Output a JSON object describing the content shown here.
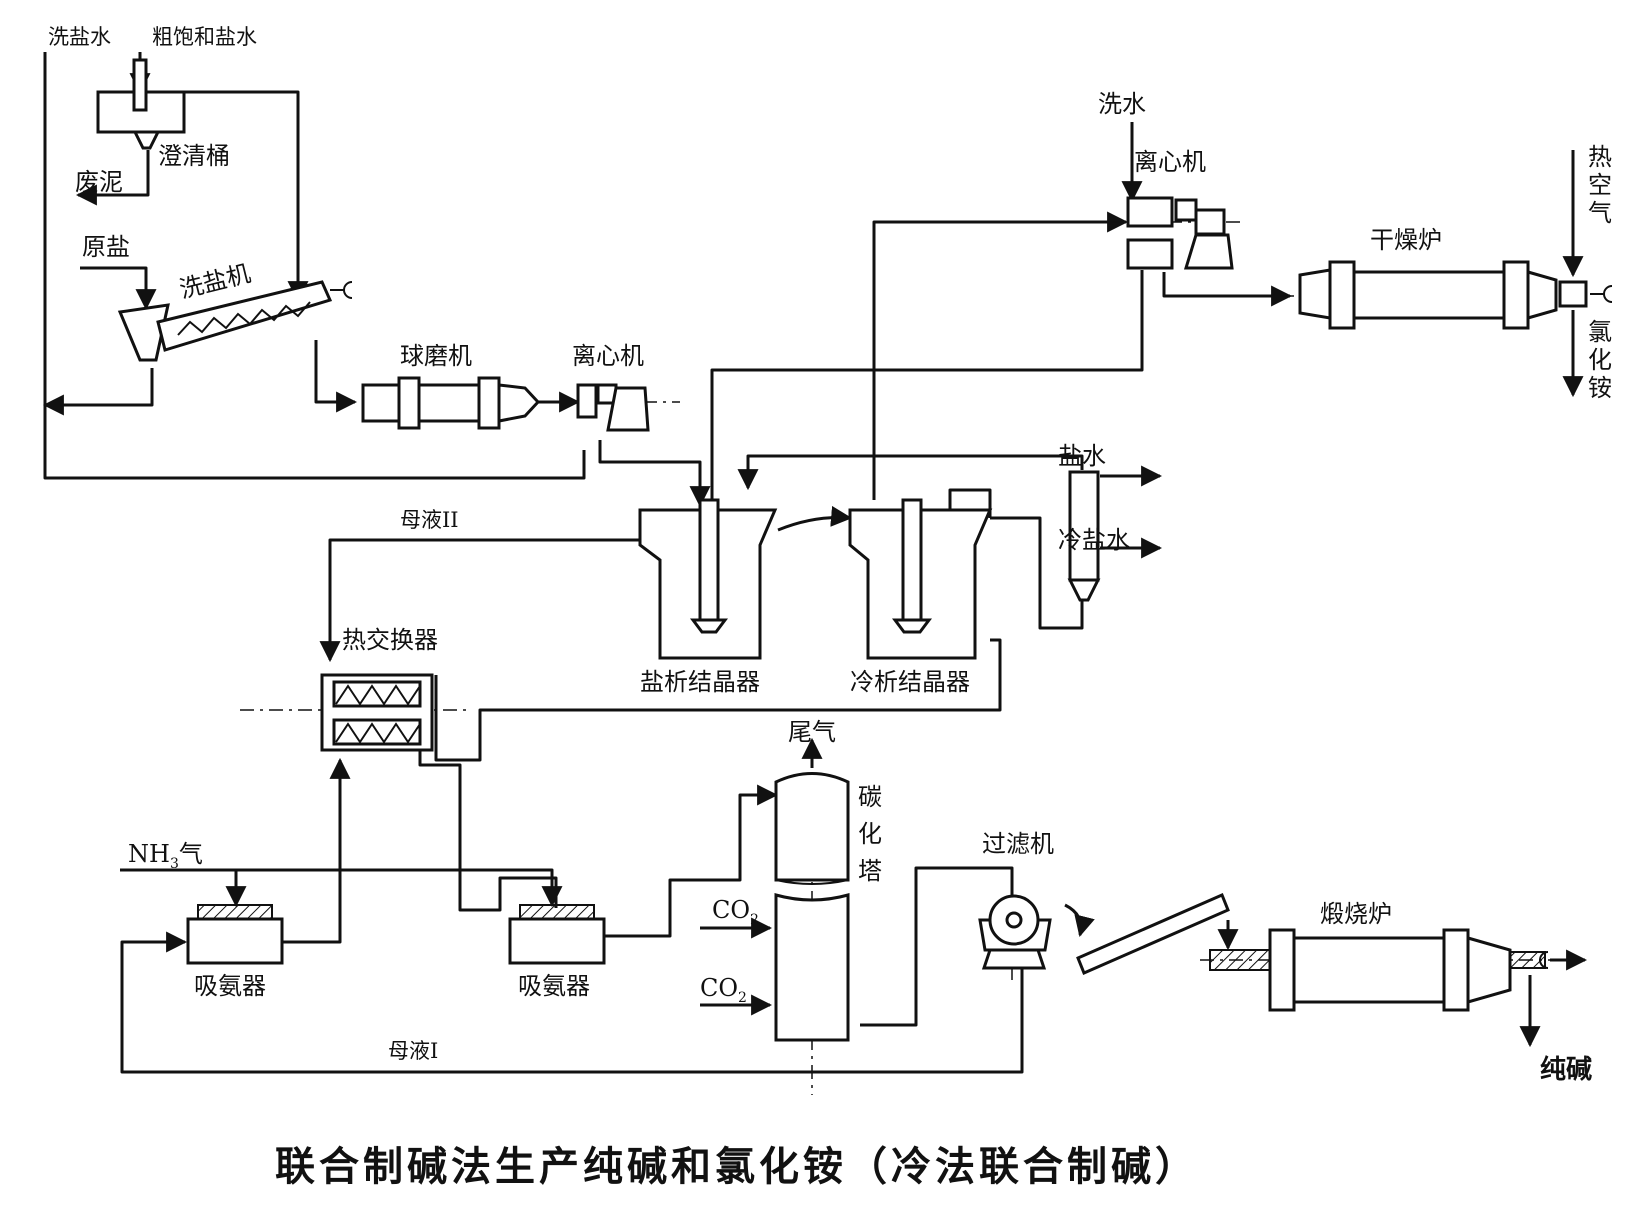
{
  "title": "联合制碱法生产纯碱和氯化铵（冷法联合制碱）",
  "streams": {
    "wash_salt_water": "洗盐水",
    "crude_brine": "粗饱和盐水",
    "waste_mud": "废泥",
    "raw_salt": "原盐",
    "wash_water": "洗水",
    "hot_air": "热空气",
    "ammonium_chloride": "氯化铵",
    "brine": "盐水",
    "cold_brine": "冷盐水",
    "mother_liquor_2": "母液II",
    "mother_liquor_1": "母液I",
    "nh3_prefix": "NH",
    "nh3_sub": "3",
    "nh3_suffix": "气",
    "tail_gas": "尾气",
    "co2_prefix": "CO",
    "co2_sub": "2",
    "soda_ash": "纯碱"
  },
  "equipment": {
    "clarifier": "澄清桶",
    "salt_washer": "洗盐机",
    "ball_mill": "球磨机",
    "centrifuge_1": "离心机",
    "centrifuge_2": "离心机",
    "dryer": "干燥炉",
    "salting_crystallizer": "盐析结晶器",
    "cooling_crystallizer": "冷析结晶器",
    "heat_exchanger": "热交换器",
    "ammonia_absorber_1": "吸氨器",
    "ammonia_absorber_2": "吸氨器",
    "carbonation_tower": [
      "碳",
      "化",
      "塔"
    ],
    "filter": "过滤机",
    "calciner": "煅烧炉"
  }
}
